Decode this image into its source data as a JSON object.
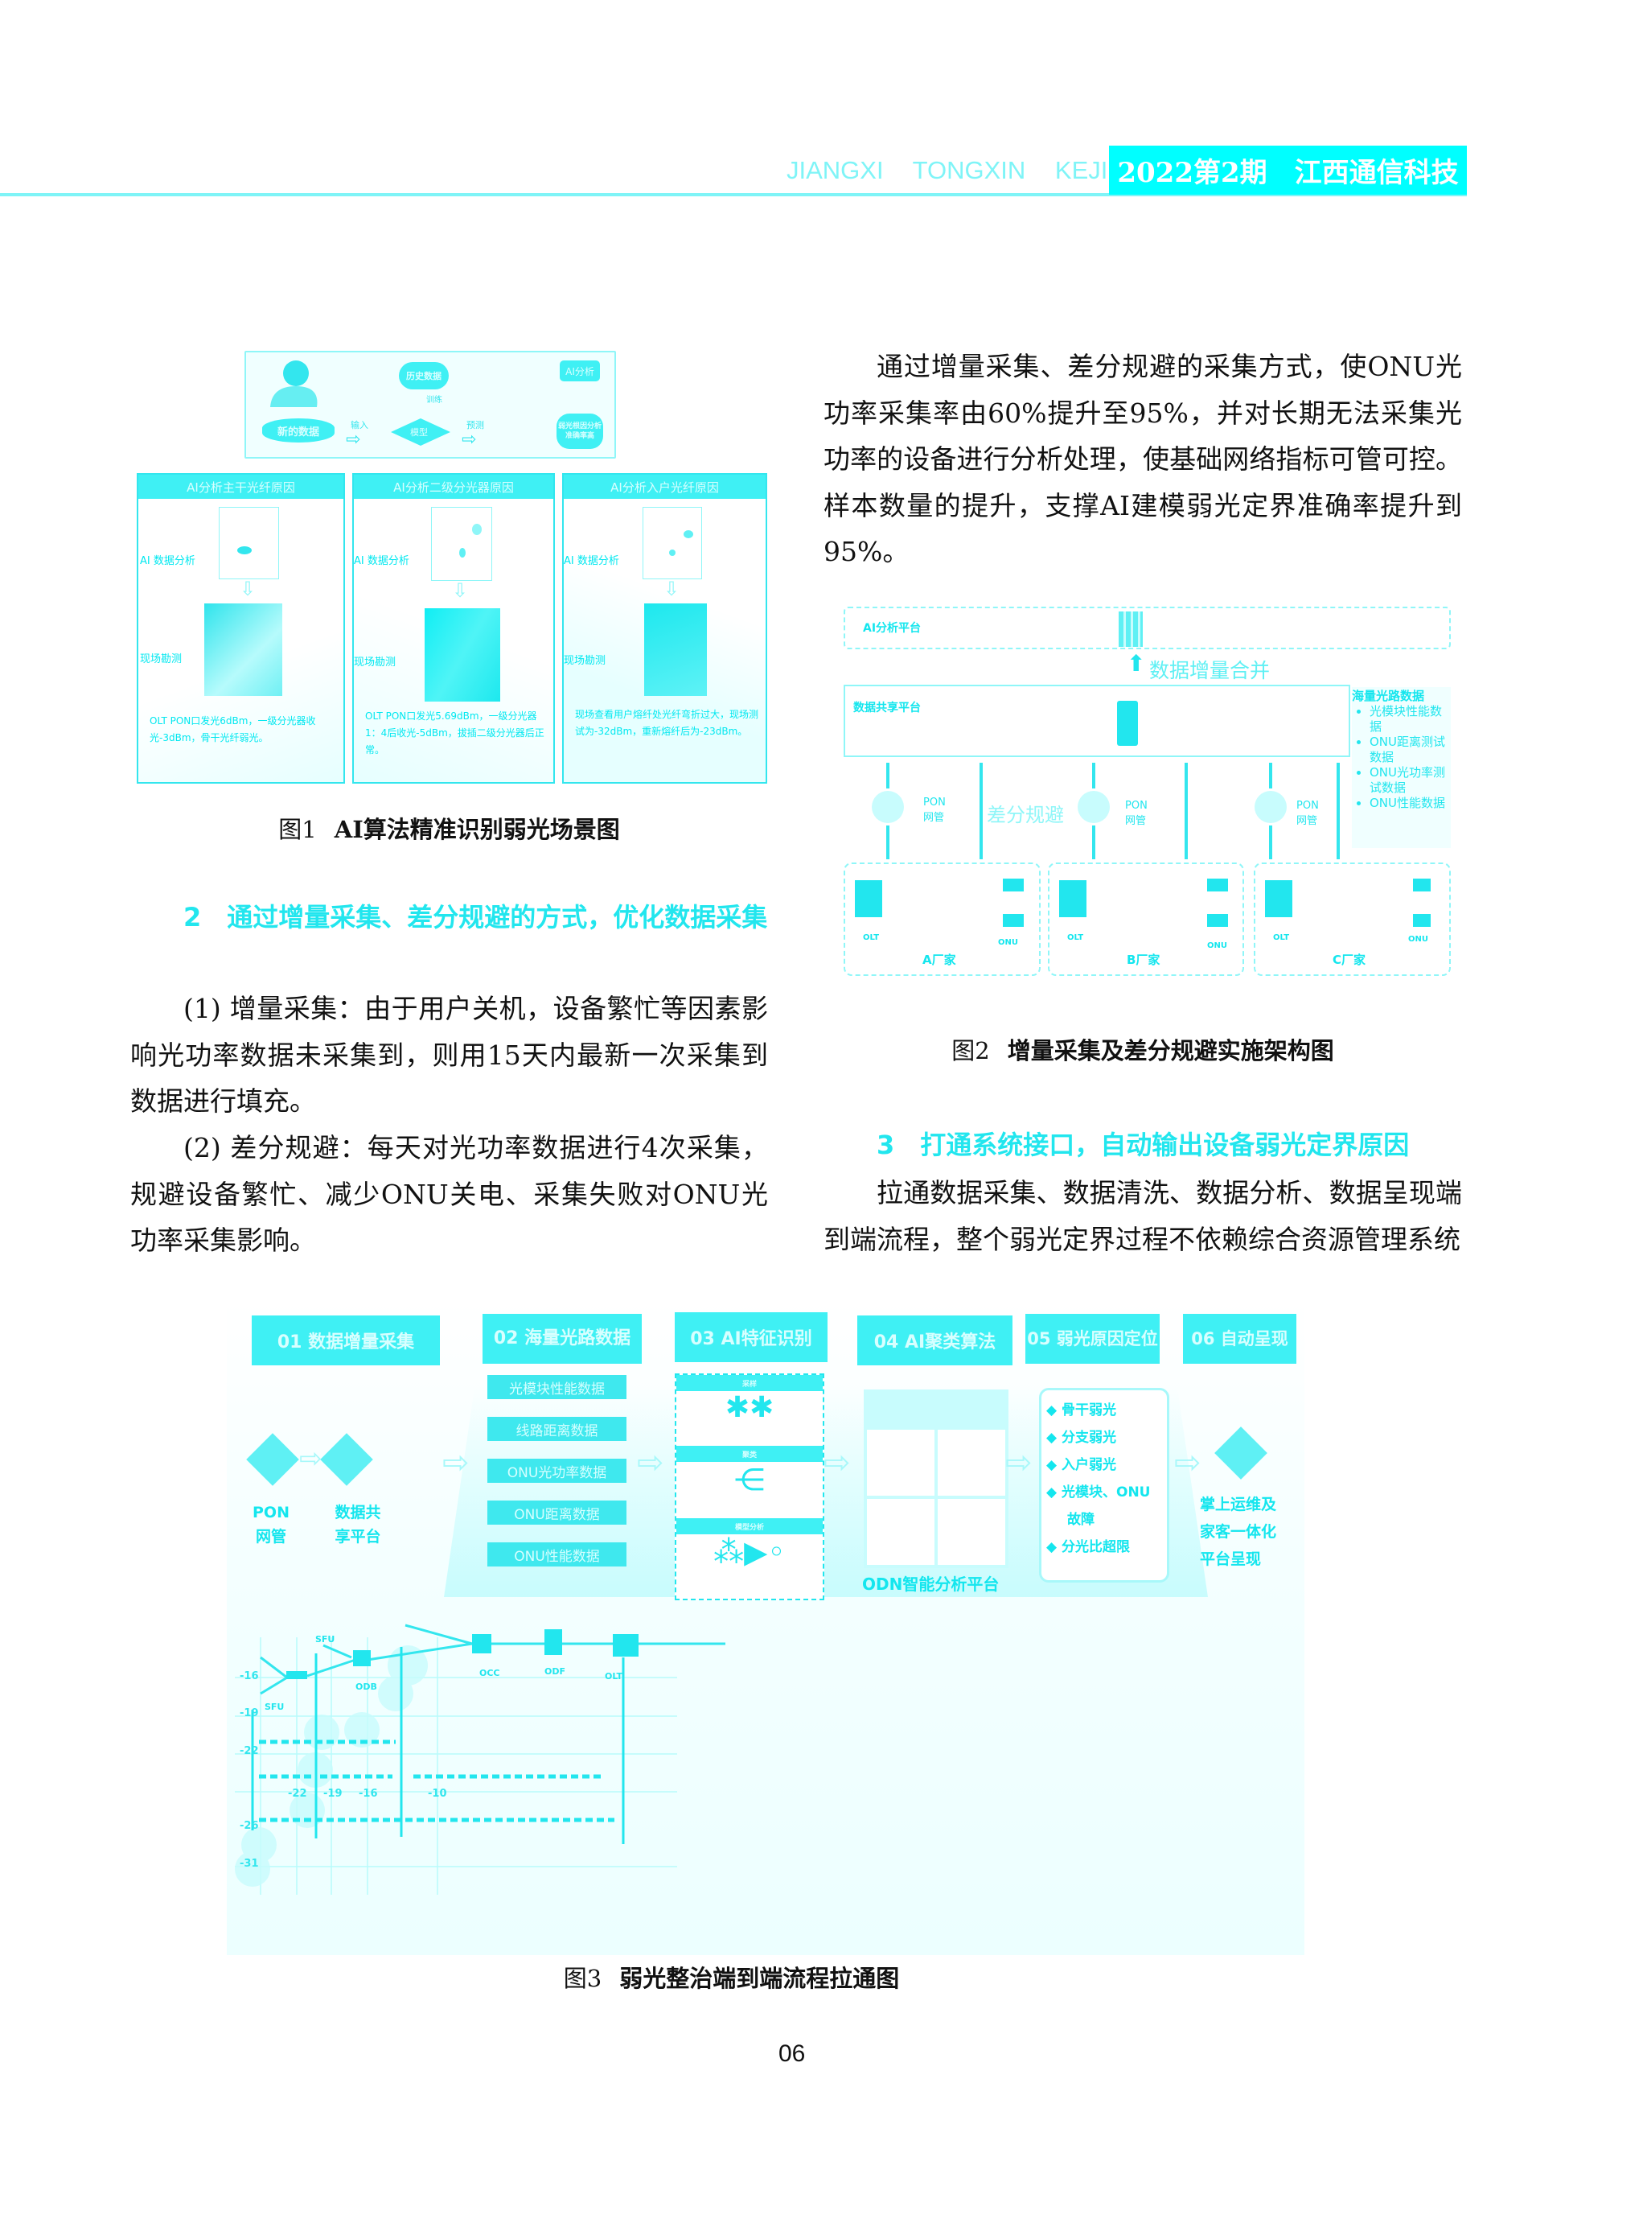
{
  "header": {
    "journal_en": "JIANGXI TONGXIN KEJI",
    "issue": "2022第2期",
    "journal_cn": "江西通信科技"
  },
  "figure1": {
    "top": {
      "history_data": "历史数据",
      "train": "训练",
      "new_data": "新的数据",
      "input": "输入",
      "model": "模型",
      "predict": "预测",
      "result": "弱光根因分析准确率高",
      "ai_badge": "AI分析"
    },
    "panels": [
      {
        "title": "AI分析主干光纤原因",
        "analysis_label": "AI 数据分析",
        "survey_label": "现场勘测",
        "note": "OLT PON口发光6dBm，一级分光器收光-3dBm，骨干光纤弱光。"
      },
      {
        "title": "AI分析二级分光器原因",
        "analysis_label": "AI 数据分析",
        "survey_label": "现场勘测",
        "note": "OLT PON口发光5.69dBm，一级分光器1：4后收光-5dBm，拔插二级分光器后正常。"
      },
      {
        "title": "AI分析入户光纤原因",
        "analysis_label": "AI 数据分析",
        "survey_label": "现场勘测",
        "note": "现场查看用户熔纤处光纤弯折过大，现场测试为-32dBm，重新熔纤后为-23dBm。"
      }
    ],
    "caption_num": "图1",
    "caption": "AI算法精准识别弱光场景图"
  },
  "section2": {
    "heading": "2　通过增量采集、差分规避的方式，优化数据采集",
    "p1": "(1) 增量采集：由于用户关机，设备繁忙等因素影响光功率数据未采集到，则用15天内最新一次采集到数据进行填充。",
    "p2": "(2) 差分规避：每天对光功率数据进行4次采集，规避设备繁忙、减少ONU关电、采集失败对ONU光功率采集影响。"
  },
  "right_para": "通过增量采集、差分规避的采集方式，使ONU光功率采集率由60%提升至95%，并对长期无法采集光功率的设备进行分析处理，使基础网络指标可管可控。样本数量的提升，支撑AI建模弱光定界准确率提升到95%。",
  "figure2": {
    "ai_platform": "AI分析平台",
    "merge": "数据增量合并",
    "share_platform": "数据共享平台",
    "side_title": "海量光路数据",
    "side_items": [
      "光模块性能数据",
      "ONU距离测试数据",
      "ONU光功率测试数据",
      "ONU性能数据"
    ],
    "pon_nm": "PON网管",
    "diff": "差分规避",
    "olt": "OLT",
    "onu": "ONU",
    "vendors": [
      "A厂家",
      "B厂家",
      "C厂家"
    ],
    "caption_num": "图2",
    "caption": "增量采集及差分规避实施架构图"
  },
  "section3": {
    "heading": "3　打通系统接口，自动输出设备弱光定界原因",
    "p1": "拉通数据采集、数据清洗、数据分析、数据呈现端到端流程，整个弱光定界过程不依赖综合资源管理系统"
  },
  "figure3": {
    "steps": [
      "01 数据增量采集",
      "02 海量光路数据",
      "03 AI特征识别",
      "04 AI聚类算法",
      "05 弱光原因定位",
      "06 自动呈现"
    ],
    "sources": [
      "PON网管",
      "数据共享平台"
    ],
    "data_items": [
      "光模块性能数据",
      "线路距离数据",
      "ONU光功率数据",
      "ONU距离数据",
      "ONU性能数据"
    ],
    "feature_tags": [
      "采样",
      "聚类",
      "模型分析"
    ],
    "platform": "ODN智能分析平台",
    "causes": [
      "骨干弱光",
      "分支弱光",
      "入户弱光",
      "光模块、ONU故障",
      "分光比超限"
    ],
    "output": "掌上运维及家客一体化平台呈现",
    "net_labels": [
      "SFU",
      "SFU",
      "ODB",
      "OCC",
      "ODF",
      "OLT"
    ],
    "y_ticks": [
      "-16",
      "-19",
      "-22",
      "-26",
      "-31"
    ],
    "x_ticks": [
      "-22",
      "-19",
      "-16",
      "-10"
    ],
    "caption_num": "图3",
    "caption": "弱光整治端到端流程拉通图"
  },
  "page_number": "06",
  "colors": {
    "accent": "#00ffff",
    "light": "#7ff4f7",
    "text": "#111111"
  }
}
